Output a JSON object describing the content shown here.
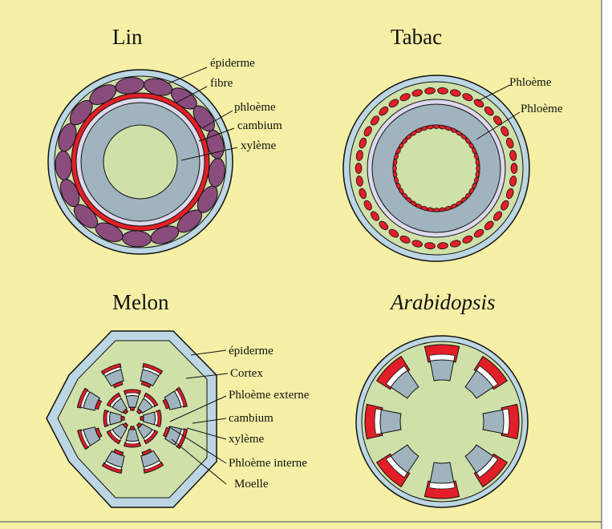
{
  "colors": {
    "background": "#f5f0a6",
    "frame": "#666666",
    "epidermis": "#bcd6e3",
    "cortex": "#cfe0a9",
    "xylem": "#9fb4be",
    "cambium": "#ddd8ec",
    "phloem": "#e21f26",
    "fibre": "#8a4c7c",
    "line": "#111111"
  },
  "panels": {
    "lin": {
      "title": "Lin",
      "labels": [
        "épiderme",
        "fibre",
        "phloème",
        "cambium",
        "xylème"
      ]
    },
    "tabac": {
      "title": "Tabac",
      "labels": [
        "Phloème",
        "Phloème"
      ]
    },
    "melon": {
      "title": "Melon",
      "labels": [
        "épiderme",
        "Cortex",
        "Phloème externe",
        "cambium",
        "xylème",
        "Phloème interne",
        "Moelle"
      ]
    },
    "arabidopsis": {
      "title": "Arabidopsis"
    }
  }
}
